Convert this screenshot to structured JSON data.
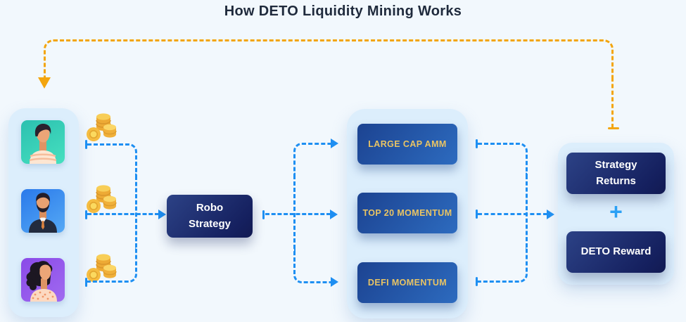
{
  "title": "How DETO Liquidity Mining Works",
  "users_panel": {
    "avatars": [
      "male-short-hair",
      "male-beard",
      "female-curly-hair"
    ],
    "coin_stacks": 3
  },
  "robo_box": {
    "line1": "Robo",
    "line2": "Strategy"
  },
  "strategies": {
    "items": [
      "LARGE CAP AMM",
      "TOP 20 MOMENTUM",
      "DEFI MOMENTUM"
    ]
  },
  "rewards_panel": {
    "returns_line1": "Strategy",
    "returns_line2": "Returns",
    "plus_sign": "+",
    "deto_label": "DETO Reward"
  },
  "colors": {
    "background": "#f2f8fd",
    "panel": "#dceefc",
    "flow_blue": "#1e8ff2",
    "flow_yellow": "#f3a50e",
    "navy_box_start": "#2c4286",
    "navy_box_end": "#131d58",
    "blue_box_start": "#1c4391",
    "blue_box_end": "#2d6bbf",
    "gold_text": "#e9c464",
    "plus_blue": "#2aa0f5",
    "coin_gold": "#f5bc41",
    "title_text": "#1f2a3c"
  }
}
